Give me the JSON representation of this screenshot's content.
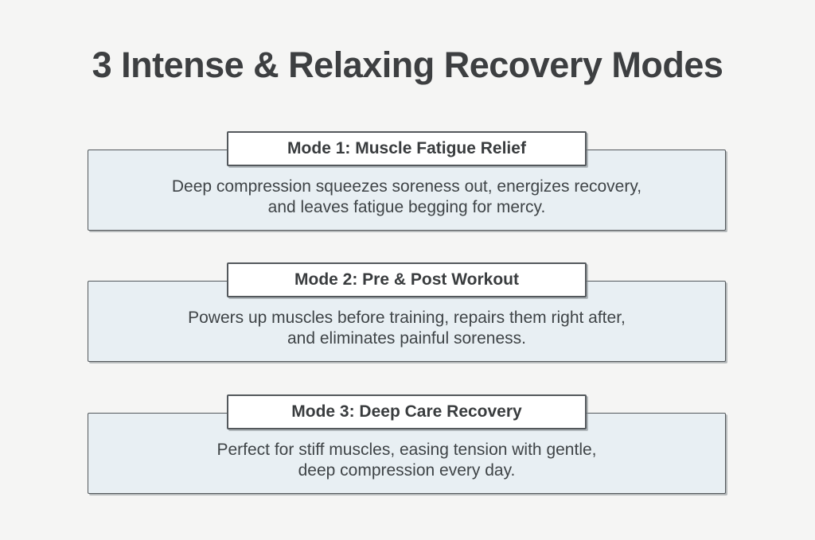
{
  "page": {
    "title": "3 Intense & Relaxing Recovery Modes"
  },
  "colors": {
    "background": "#f5f5f4",
    "card_fill": "#e8eff3",
    "card_border": "#53585c",
    "header_fill": "#ffffff",
    "title_text": "#3d3f41",
    "body_text": "#3f4447"
  },
  "cards": [
    {
      "title": "Mode 1: Muscle Fatigue Relief",
      "description_line1": "Deep compression squeezes soreness out, energizes recovery,",
      "description_line2": "and leaves fatigue begging for mercy."
    },
    {
      "title": "Mode 2: Pre & Post Workout",
      "description_line1": "Powers up muscles before training, repairs them right after,",
      "description_line2": "and eliminates painful soreness."
    },
    {
      "title": "Mode 3: Deep Care Recovery",
      "description_line1": "Perfect for stiff muscles, easing tension with gentle,",
      "description_line2": "deep compression every day."
    }
  ]
}
